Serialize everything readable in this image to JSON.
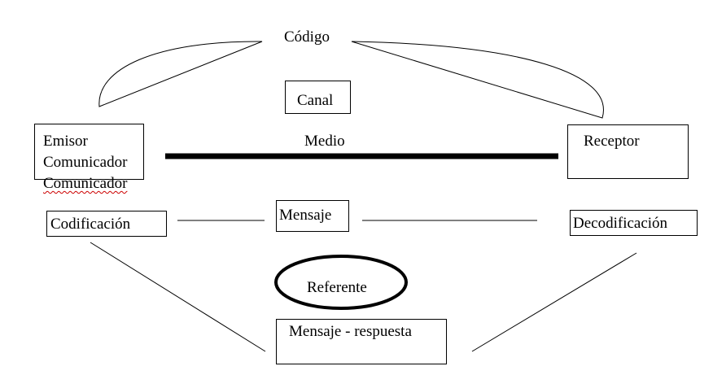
{
  "diagram": {
    "codigo": "Código",
    "canal": "Canal",
    "medio": "Medio",
    "emisor": [
      "Emisor",
      "Comunicador",
      "Comunicador"
    ],
    "receptor": "Receptor",
    "mensaje": "Mensaje",
    "codificacion": "Codificación",
    "decodificacion": "Decodificación",
    "referente": "Referente",
    "mensaje_respuesta": "Mensaje - respuesta"
  },
  "colors": {
    "stroke": "#000000",
    "background": "#ffffff",
    "spellcheck_underline": "#cc0000"
  }
}
